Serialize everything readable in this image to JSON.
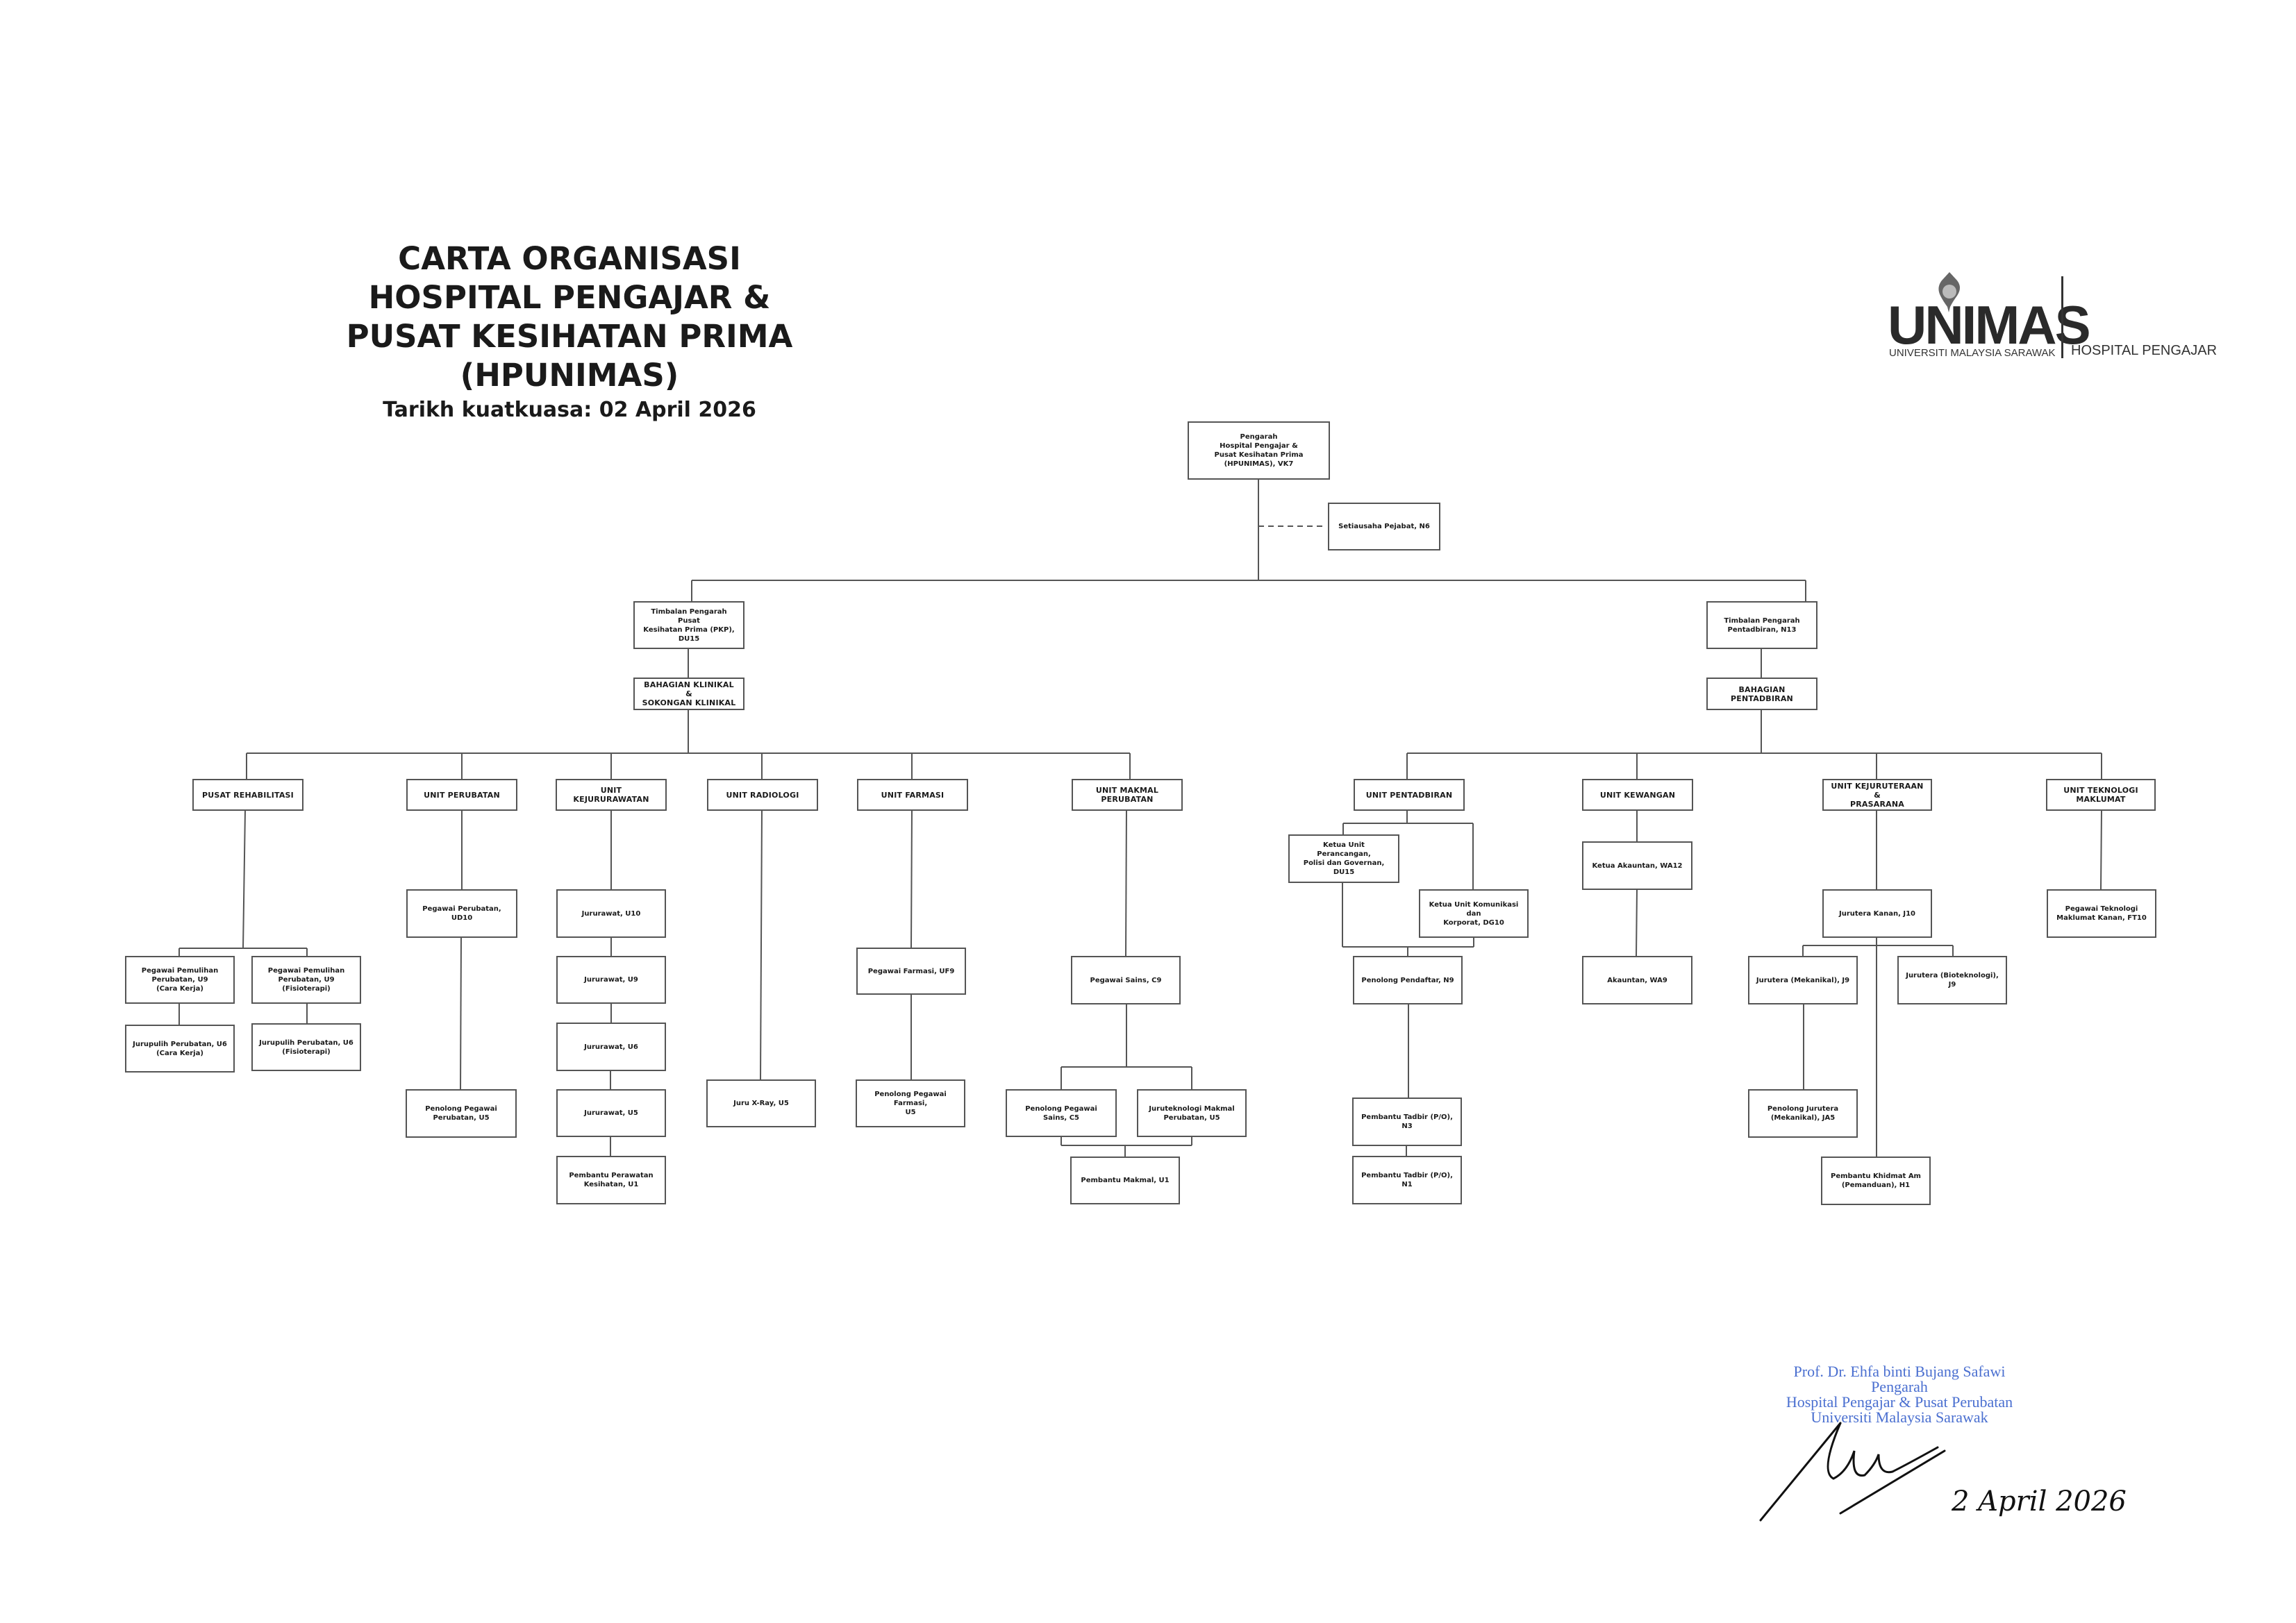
{
  "header": {
    "title_lines": [
      "CARTA ORGANISASI",
      "HOSPITAL PENGAJAR &",
      "PUSAT KESIHATAN PRIMA (HPUNIMAS)"
    ],
    "effective_date": "Tarikh kuatkuasa: 02 April 2026"
  },
  "logo": {
    "wordmark": "UNIMAS",
    "university": "UNIVERSITI MALAYSIA SARAWAK",
    "unit": "HOSPITAL PENGAJAR"
  },
  "org": {
    "director": "Pengarah\nHospital Pengajar &\nPusat Kesihatan Prima\n(HPUNIMAS), VK7",
    "secretary": "Setiausaha Pejabat, N6",
    "deputy_pkp": "Timbalan Pengarah Pusat\nKesihatan Prima (PKP), DU15",
    "deputy_admin": "Timbalan Pengarah\nPentadbiran, N13",
    "division_clinical": "BAHAGIAN KLINIKAL &\nSOKONGAN KLINIKAL",
    "division_admin": "BAHAGIAN PENTADBIRAN",
    "units": {
      "rehab": "PUSAT REHABILITASI",
      "medical": "UNIT PERUBATAN",
      "nursing": "UNIT KEJURURAWATAN",
      "radiology": "UNIT RADIOLOGI",
      "pharmacy": "UNIT FARMASI",
      "lab": "UNIT MAKMAL PERUBATAN",
      "admin": "UNIT PENTADBIRAN",
      "finance": "UNIT KEWANGAN",
      "engineering": "UNIT KEJURUTERAAN &\nPRASARANA",
      "it": "UNIT TEKNOLOGI\nMAKLUMAT"
    },
    "positions": {
      "rehab_ot_u9": "Pegawai Pemulihan\nPerubatan, U9\n(Cara Kerja)",
      "rehab_pt_u9": "Pegawai Pemulihan\nPerubatan, U9\n(Fisioterapi)",
      "rehab_ot_u6": "Jurupulih Perubatan, U6\n(Cara Kerja)",
      "rehab_pt_u6": "Jurupulih Perubatan, U6\n(Fisioterapi)",
      "med_ud10": "Pegawai Perubatan, UD10",
      "med_u5": "Penolong Pegawai\nPerubatan, U5",
      "nurse_u10": "Jururawat, U10",
      "nurse_u9": "Jururawat, U9",
      "nurse_u6": "Jururawat, U6",
      "nurse_u5": "Jururawat, U5",
      "nurse_u1": "Pembantu Perawatan\nKesihatan, U1",
      "radio_u5": "Juru X-Ray, U5",
      "pharm_uf9": "Pegawai Farmasi, UF9",
      "pharm_u5": "Penolong Pegawai Farmasi,\nU5",
      "lab_c9": "Pegawai Sains, C9",
      "lab_c5": "Penolong Pegawai Sains, C5",
      "lab_u5": "Juruteknologi Makmal\nPerubatan, U5",
      "lab_u1": "Pembantu Makmal, U1",
      "admin_du15": "Ketua Unit Perancangan,\nPolisi dan Governan, DU15",
      "admin_dg10": "Ketua Unit Komunikasi dan\nKorporat, DG10",
      "admin_n9": "Penolong Pendaftar, N9",
      "admin_n3": "Pembantu Tadbir (P/O), N3",
      "admin_n1": "Pembantu Tadbir (P/O), N1",
      "fin_wa12": "Ketua Akauntan, WA12",
      "fin_wa9": "Akauntan, WA9",
      "eng_j10": "Jurutera Kanan, J10",
      "eng_mech_j9": "Jurutera (Mekanikal), J9",
      "eng_biotech_j9": "Jurutera (Bioteknologi), J9",
      "eng_ja5": "Penolong Jurutera\n(Mekanikal), JA5",
      "eng_h1": "Pembantu Khidmat Am\n(Pemanduan), H1",
      "it_ft10": "Pegawai Teknologi\nMaklumat Kanan, FT10"
    }
  },
  "signature_block": {
    "name": "Prof. Dr. Ehfa binti Bujang Safawi",
    "role": "Pengarah",
    "org_line1": "Hospital Pengajar & Pusat Perubatan",
    "org_line2": "Universiti Malaysia Sarawak",
    "handwritten_date": "2 April 2026"
  },
  "colors": {
    "line": "#555555",
    "text": "#1a1a1a",
    "stamp": "#4a6fd0"
  }
}
